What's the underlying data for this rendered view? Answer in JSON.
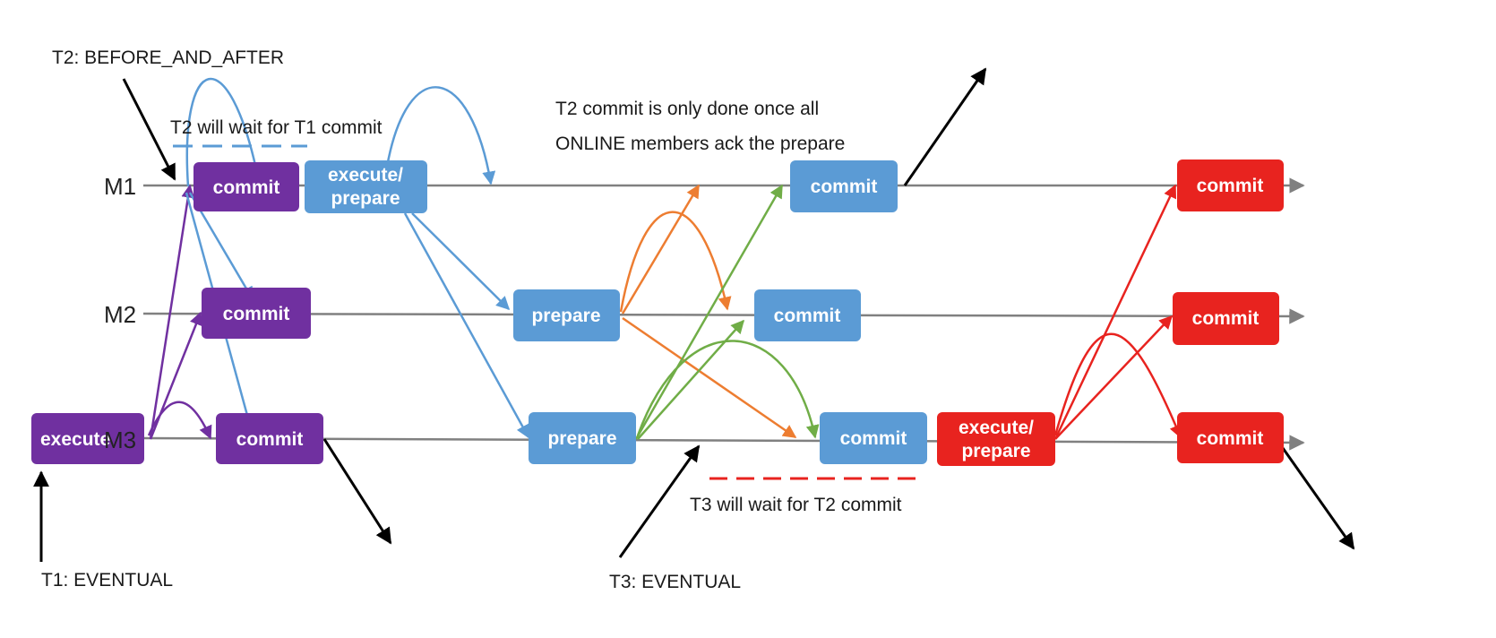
{
  "colors": {
    "t1": "#7030A0",
    "t2": "#5B9BD5",
    "t3": "#E8231F",
    "orange": "#ED7D31",
    "green": "#70AD47",
    "timeline": "#808080",
    "pointer": "#000000"
  },
  "members": {
    "m1": "M1",
    "m2": "M2",
    "m3": "M3"
  },
  "boxes": {
    "execute": "execute",
    "commit": "commit",
    "execute_prepare_line1": "execute/",
    "execute_prepare_line2": "prepare",
    "prepare": "prepare"
  },
  "labels": {
    "t2_mode": "T2: BEFORE_AND_AFTER",
    "t2_wait": "T2 will wait for T1 commit",
    "t2_commit_note_line1": "T2 commit is only done once all",
    "t2_commit_note_line2": "ONLINE members ack the prepare",
    "t1_mode": "T1: EVENTUAL",
    "t3_mode": "T3: EVENTUAL",
    "t3_wait": "T3 will wait for T2 commit"
  }
}
